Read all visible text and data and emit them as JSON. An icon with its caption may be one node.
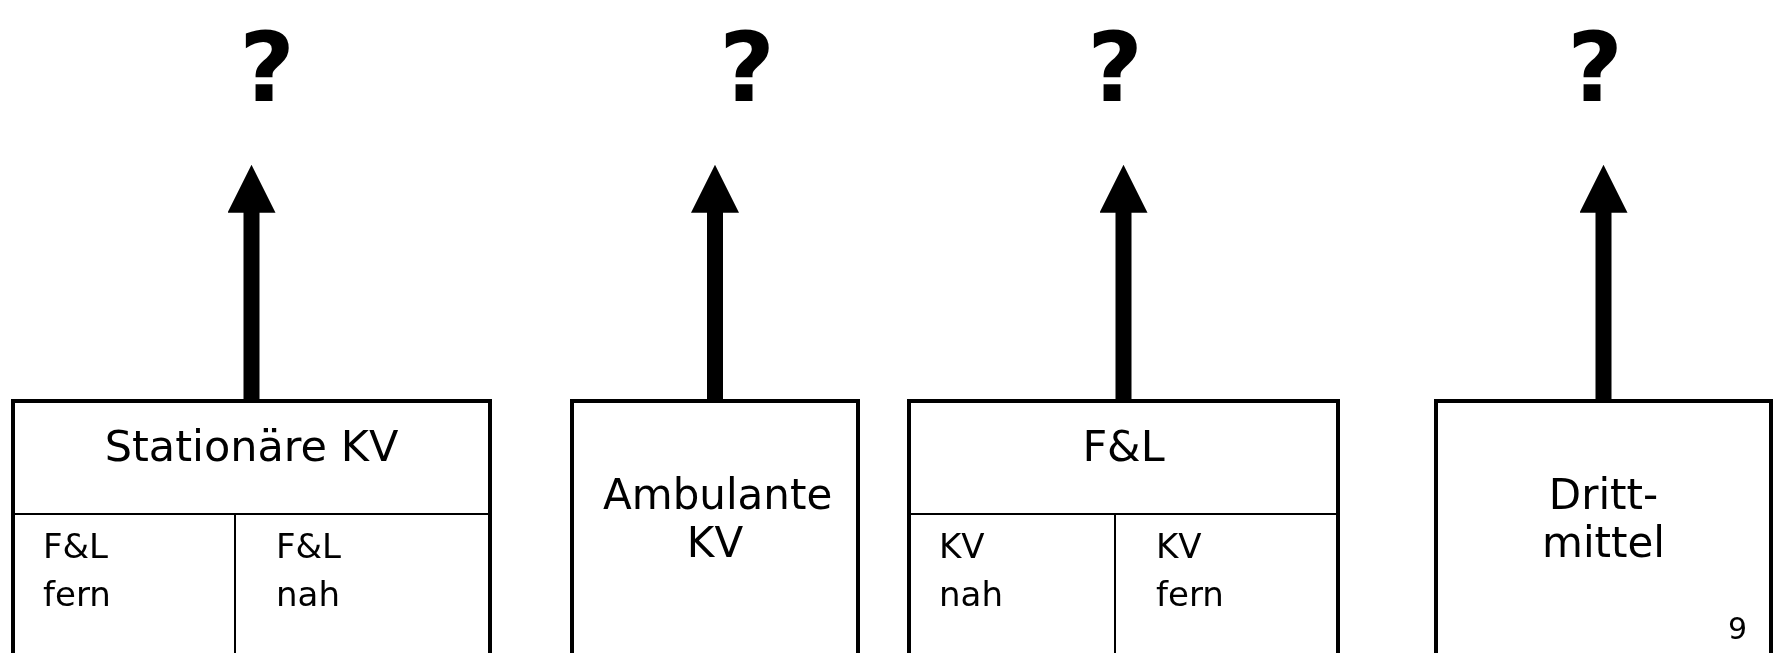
{
  "diagram": {
    "nodes": [
      {
        "text": [
          "Stationäre KV"
        ]
      },
      {
        "text": [
          "F&L fern"
        ],
        "in": 0
      },
      {
        "text": [
          "F&L nah"
        ],
        "in": 0
      },
      {
        "text": [
          "Ambulante KV"
        ]
      },
      {
        "text": [
          "F&L"
        ]
      },
      {
        "text": [
          "KV nah"
        ],
        "in": 4
      },
      {
        "text": [
          "KV fern"
        ],
        "in": 4
      },
      {
        "text": [
          "Dritt- mittel"
        ]
      },
      {
        "text": [
          "?"
        ]
      },
      {
        "text": [
          "?"
        ]
      },
      {
        "text": [
          "?"
        ]
      },
      {
        "text": [
          "?"
        ]
      }
    ],
    "edges": [
      {
        "from": 0,
        "to": 8,
        "arrow": "to"
      },
      {
        "from": 3,
        "to": 9,
        "arrow": "to"
      },
      {
        "from": 4,
        "to": 10,
        "arrow": "to"
      },
      {
        "from": 7,
        "to": 11,
        "arrow": "to"
      }
    ],
    "labels": [
      "9"
    ]
  }
}
